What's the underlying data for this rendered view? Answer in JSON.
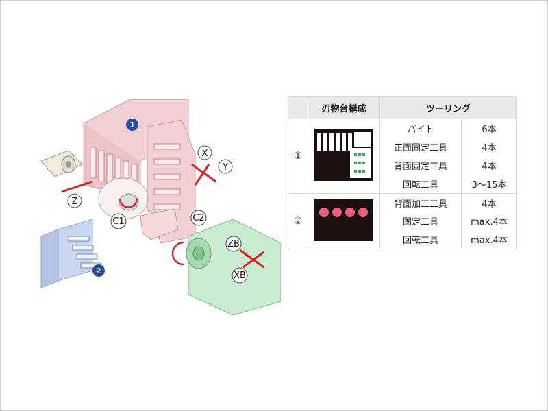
{
  "diagram": {
    "labels": {
      "turret1": "1",
      "turret2": "2",
      "x": "X",
      "y": "Y",
      "z": "Z",
      "c1": "C1",
      "c2": "C2",
      "zb": "ZB",
      "xb": "XB"
    },
    "colors": {
      "turret1": "#f2cfd2",
      "turret2": "#c8d6f0",
      "back_spindle": "#c9ebcf",
      "arrow": "#e02020",
      "badge": "#1e4da8"
    }
  },
  "table": {
    "headers": [
      "刃物台構成",
      "ツーリング"
    ],
    "groups": [
      {
        "number": "①",
        "rows": [
          {
            "tool": "バイト",
            "count": "6本"
          },
          {
            "tool": "正面固定工具",
            "count": "4本"
          },
          {
            "tool": "背面固定工具",
            "count": "4本"
          },
          {
            "tool": "回転工具",
            "count": "3〜15本"
          }
        ]
      },
      {
        "number": "②",
        "rows": [
          {
            "tool": "背面加工工具",
            "count": "4本"
          },
          {
            "tool": "固定工具",
            "count": "max.4本"
          },
          {
            "tool": "回転工具",
            "count": "max.4本"
          }
        ]
      }
    ],
    "colors": {
      "header_bg": "#e9e9e9",
      "image_bg": "#1a1010",
      "dot": "#ee5f82",
      "tool_green": "#2ea84a"
    }
  }
}
